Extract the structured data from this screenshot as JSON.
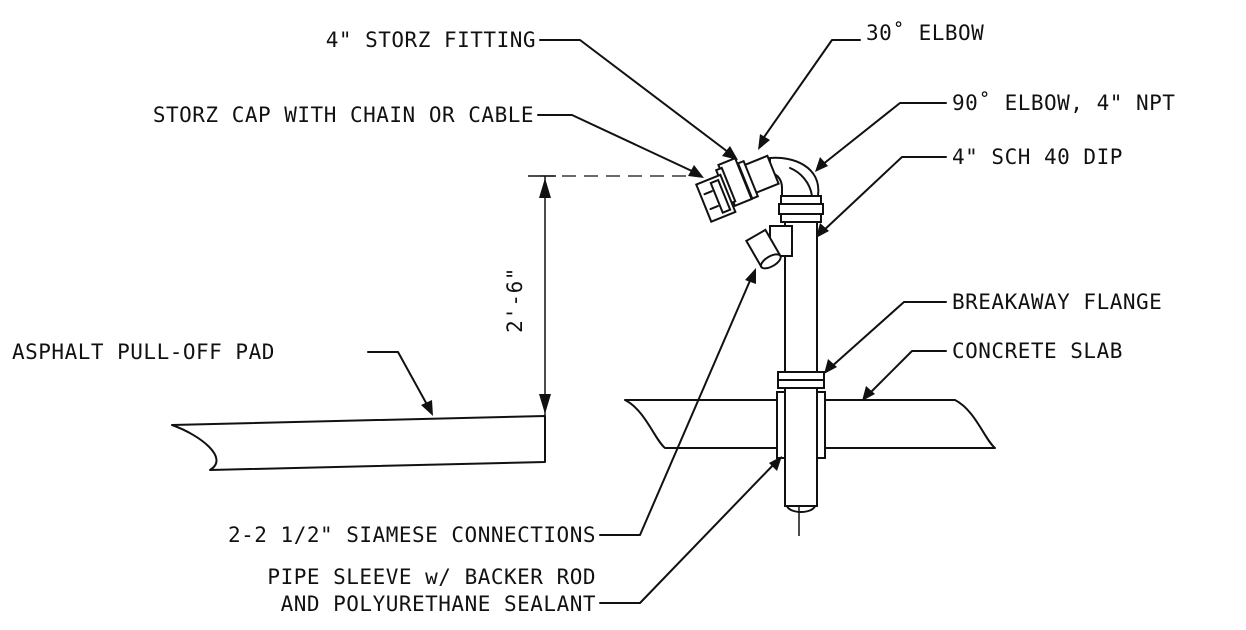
{
  "labels": {
    "storz_fitting": "4\" STORZ FITTING",
    "elbow_30": "30˚ ELBOW",
    "storz_cap": "STORZ CAP WITH CHAIN OR CABLE",
    "elbow_90": "90˚ ELBOW, 4\" NPT",
    "dip_sch40": "4\"  SCH 40 DIP",
    "dimension": "2'-6\"",
    "breakaway_flange": "BREAKAWAY FLANGE",
    "asphalt_pad": "ASPHALT PULL-OFF PAD",
    "concrete_slab": "CONCRETE SLAB",
    "siamese": "2-2 1/2\" SIAMESE CONNECTIONS",
    "sleeve_line1": "PIPE SLEEVE w/ BACKER ROD",
    "sleeve_line2": "AND POLYURETHANE SEALANT"
  },
  "colors": {
    "line": "#111111",
    "background": "#ffffff"
  }
}
